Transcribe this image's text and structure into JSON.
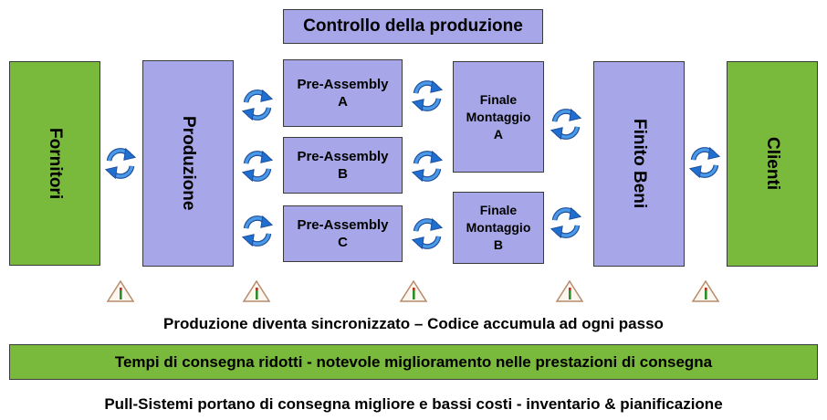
{
  "header": {
    "title": "Controllo della produzione"
  },
  "columns": {
    "fornitori": "Fornitori",
    "produzione": "Produzione",
    "finito_beni": "Finito Beni",
    "clienti": "Clienti"
  },
  "pre_assembly": [
    {
      "line1": "Pre-Assembly",
      "line2": "A"
    },
    {
      "line1": "Pre-Assembly",
      "line2": "B"
    },
    {
      "line1": "Pre-Assembly",
      "line2": "C"
    }
  ],
  "finale": [
    {
      "line1": "Finale",
      "line2": "Montaggio",
      "line3": "A"
    },
    {
      "line1": "Finale",
      "line2": "Montaggio",
      "line3": "B"
    }
  ],
  "notes": {
    "sync": "Produzione diventa sincronizzato – Codice accumula ad ogni passo",
    "banner": "Tempi di consegna ridotti - notevole miglioramento nelle prestazioni di consegna",
    "footer": "Pull-Sistemi portano di consegna migliore e bassi costi - inventario & pianificazione"
  },
  "icons": {
    "cycle": "cycle-arrows-icon",
    "warning": "warning-triangle-icon"
  },
  "colors": {
    "process": "#a6a6e8",
    "endpoint": "#79b93c",
    "arrow": "#1f6fd1"
  }
}
